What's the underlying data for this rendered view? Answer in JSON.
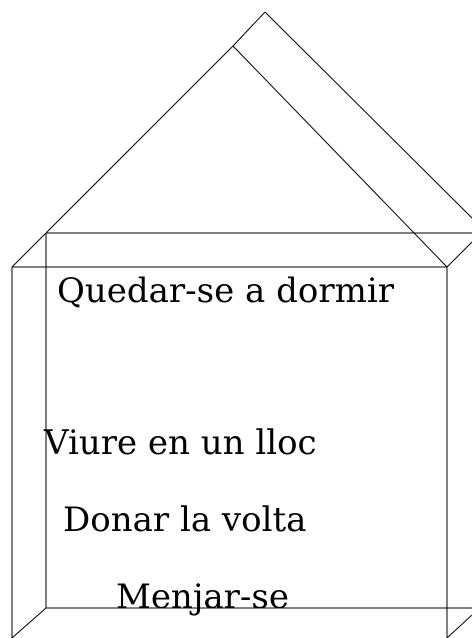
{
  "phrases": [
    "Quedar-se a dormir",
    "Viure en un lloc",
    "Donar la volta",
    "Menjar-se"
  ]
}
